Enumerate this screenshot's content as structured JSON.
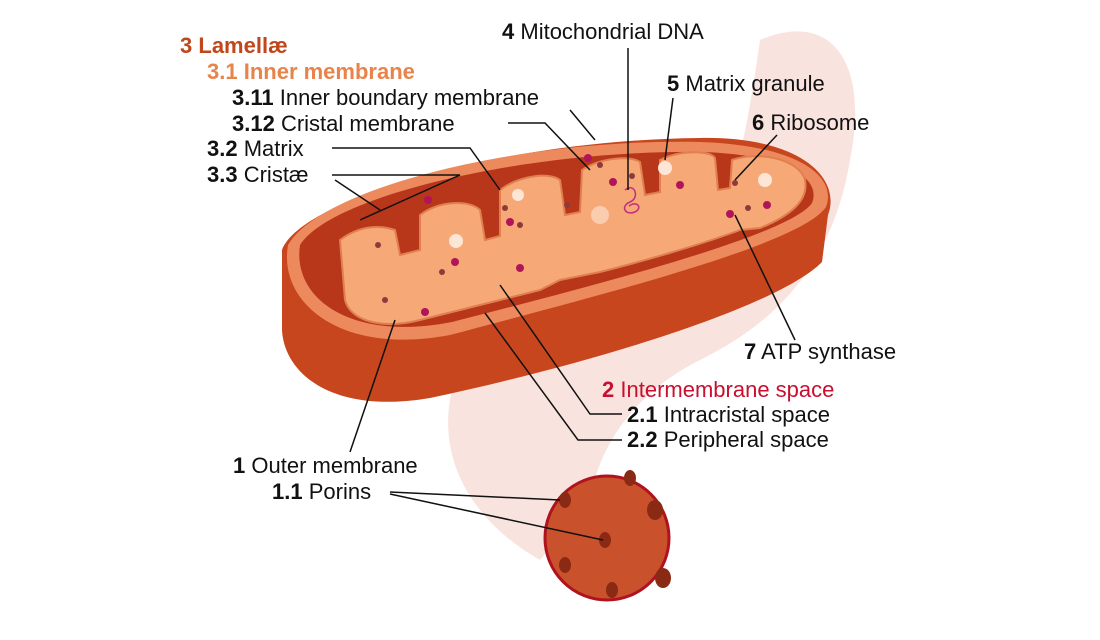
{
  "colors": {
    "lamellae": "#c0461b",
    "inner_membrane": "#e8834a",
    "intermembrane": "#c8102e",
    "outer_body": "#c8461e",
    "matrix": "#f6a877",
    "background_arrow": "#f6dcd6"
  },
  "labels": {
    "lamellae": {
      "num": "3",
      "text": "Lamellæ"
    },
    "inner_membrane": {
      "num": "3.1",
      "text": "Inner membrane"
    },
    "inner_boundary_membrane": {
      "num": "3.11",
      "text": "Inner boundary membrane"
    },
    "cristal_membrane": {
      "num": "3.12",
      "text": "Cristal membrane"
    },
    "matrix": {
      "num": "3.2",
      "text": "Matrix"
    },
    "cristae": {
      "num": "3.3",
      "text": "Cristæ"
    },
    "mito_dna": {
      "num": "4",
      "text": "Mitochondrial DNA"
    },
    "matrix_granule": {
      "num": "5",
      "text": "Matrix granule"
    },
    "ribosome": {
      "num": "6",
      "text": "Ribosome"
    },
    "atp_synthase": {
      "num": "7",
      "text": "ATP synthase"
    },
    "intermembrane_space": {
      "num": "2",
      "text": "Intermembrane space"
    },
    "intracristal_space": {
      "num": "2.1",
      "text": "Intracristal space"
    },
    "peripheral_space": {
      "num": "2.2",
      "text": "Peripheral space"
    },
    "outer_membrane": {
      "num": "1",
      "text": "Outer membrane"
    },
    "porins": {
      "num": "1.1",
      "text": "Porins"
    }
  }
}
